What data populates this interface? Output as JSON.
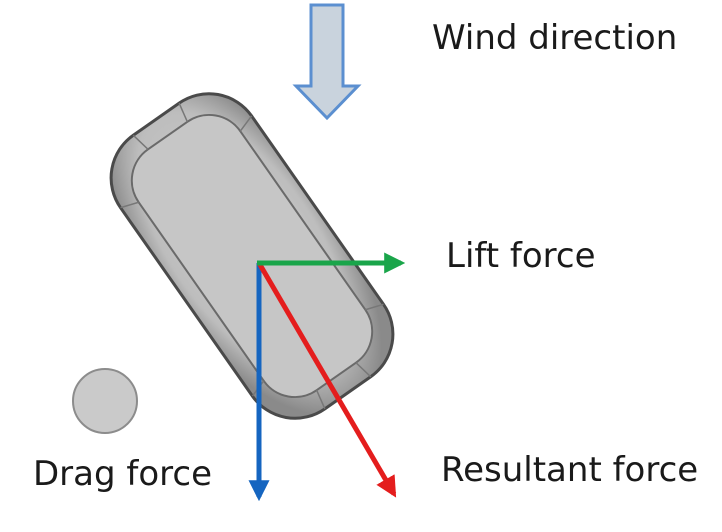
{
  "labels": {
    "wind_direction": "Wind direction",
    "lift_force": "Lift force",
    "drag_force": "Drag force",
    "resultant_force": "Resultant force"
  },
  "colors": {
    "wind_arrow_fill": "#c9d3dd",
    "wind_arrow_stroke": "#5b8fd0",
    "body_fill": "#c4c4c4",
    "body_outline": "#555555",
    "lift_arrow": "#1aa54a",
    "drag_arrow": "#1565c0",
    "resultant_arrow": "#e41d1d",
    "label_text": "#1a1a1a"
  }
}
